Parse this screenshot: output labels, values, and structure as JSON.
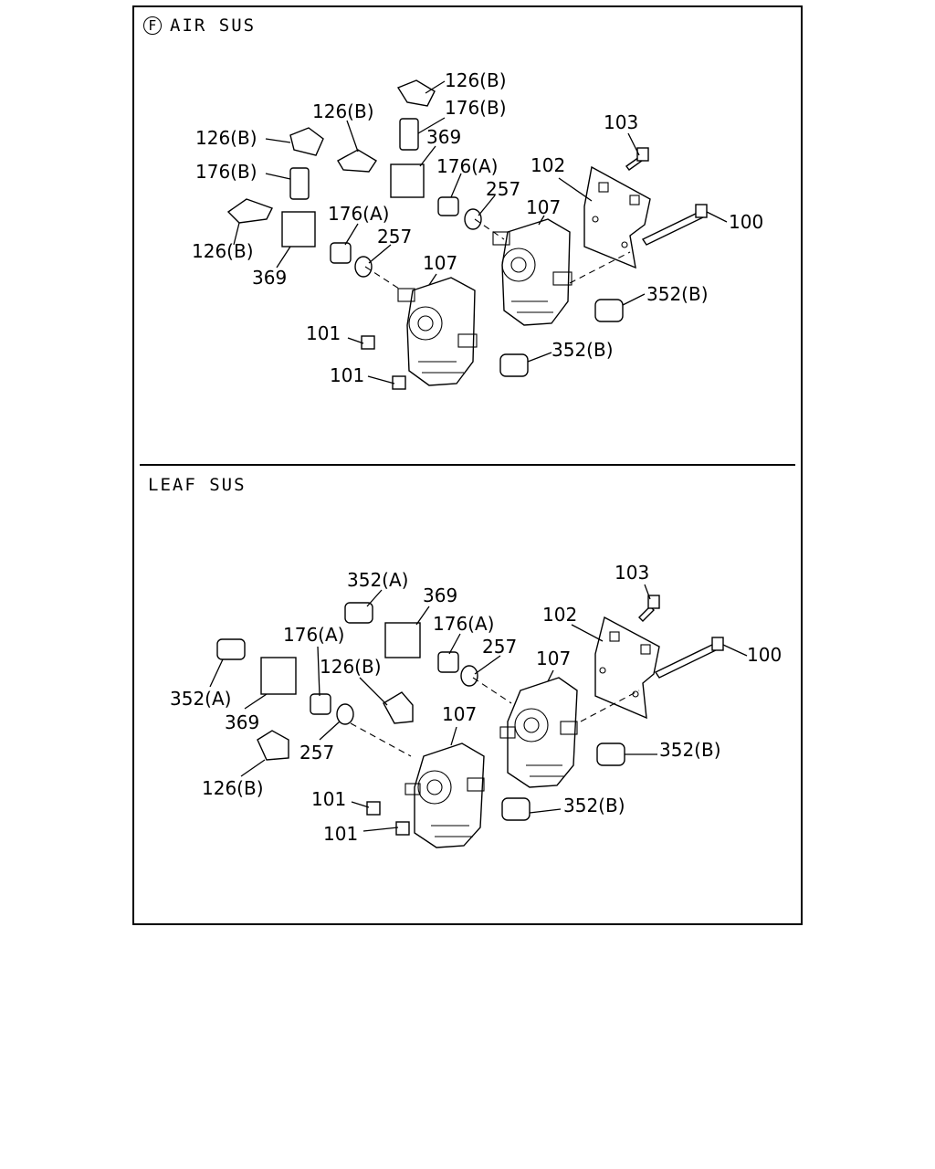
{
  "sections": {
    "air": {
      "badge": "F",
      "title": "AIR SUS"
    },
    "leaf": {
      "title": "LEAF SUS"
    }
  },
  "callouts": {
    "air": {
      "c126b_top": "126(B)",
      "c176b_top": "176(B)",
      "c126b_mid": "126(B)",
      "c369_top": "369",
      "c126b_left": "126(B)",
      "c176b_left": "176(B)",
      "c176a_top": "176(A)",
      "c257_top": "257",
      "c102": "102",
      "c103": "103",
      "c107_top": "107",
      "c100": "100",
      "c176a_low": "176(A)",
      "c257_low": "257",
      "c126b_low": "126(B)",
      "c369_low": "369",
      "c107_low": "107",
      "c352b_top": "352(B)",
      "c101_top": "101",
      "c352b_low": "352(B)",
      "c101_low": "101"
    },
    "leaf": {
      "c352a_top": "352(A)",
      "c369_top": "369",
      "c103": "103",
      "c102": "102",
      "c176a_left": "176(A)",
      "c176a_right": "176(A)",
      "c126b_mid": "126(B)",
      "c257_top": "257",
      "c107_top": "107",
      "c100": "100",
      "c352a_left": "352(A)",
      "c107_low": "107",
      "c369_low": "369",
      "c257_low": "257",
      "c352b_top": "352(B)",
      "c126b_low": "126(B)",
      "c101_top": "101",
      "c352b_low": "352(B)",
      "c101_low": "101"
    }
  }
}
